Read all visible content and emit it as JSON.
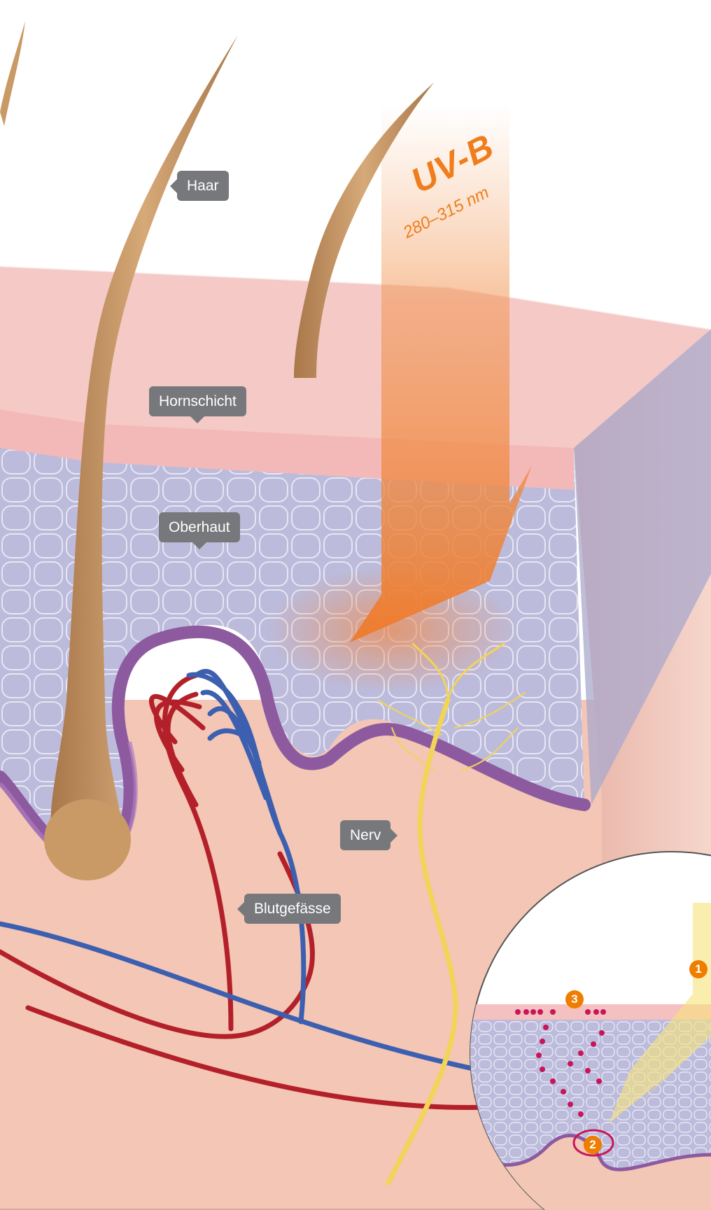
{
  "labels": {
    "hair": "Haar",
    "stratum_corneum": "Hornschicht",
    "epidermis": "Oberhaut",
    "nerve": "Nerv",
    "blood_vessels": "Blutgefässe"
  },
  "uv": {
    "title": "UV-B",
    "range": "280–315 nm"
  },
  "inset": {
    "markers": [
      "1",
      "2",
      "3"
    ]
  },
  "colors": {
    "callout_bg": "#77787b",
    "uv_orange": "#f07d1c",
    "badge": "#ef7d00",
    "horny_layer": "#f4c4c2",
    "epidermis": "#b9b8d8",
    "dermis": "#f2c7b6",
    "hair": "#c99a66",
    "artery": "#b3202a",
    "vein": "#3d5fb0",
    "nerve": "#f2d458",
    "basement": "#8d5aa0"
  }
}
